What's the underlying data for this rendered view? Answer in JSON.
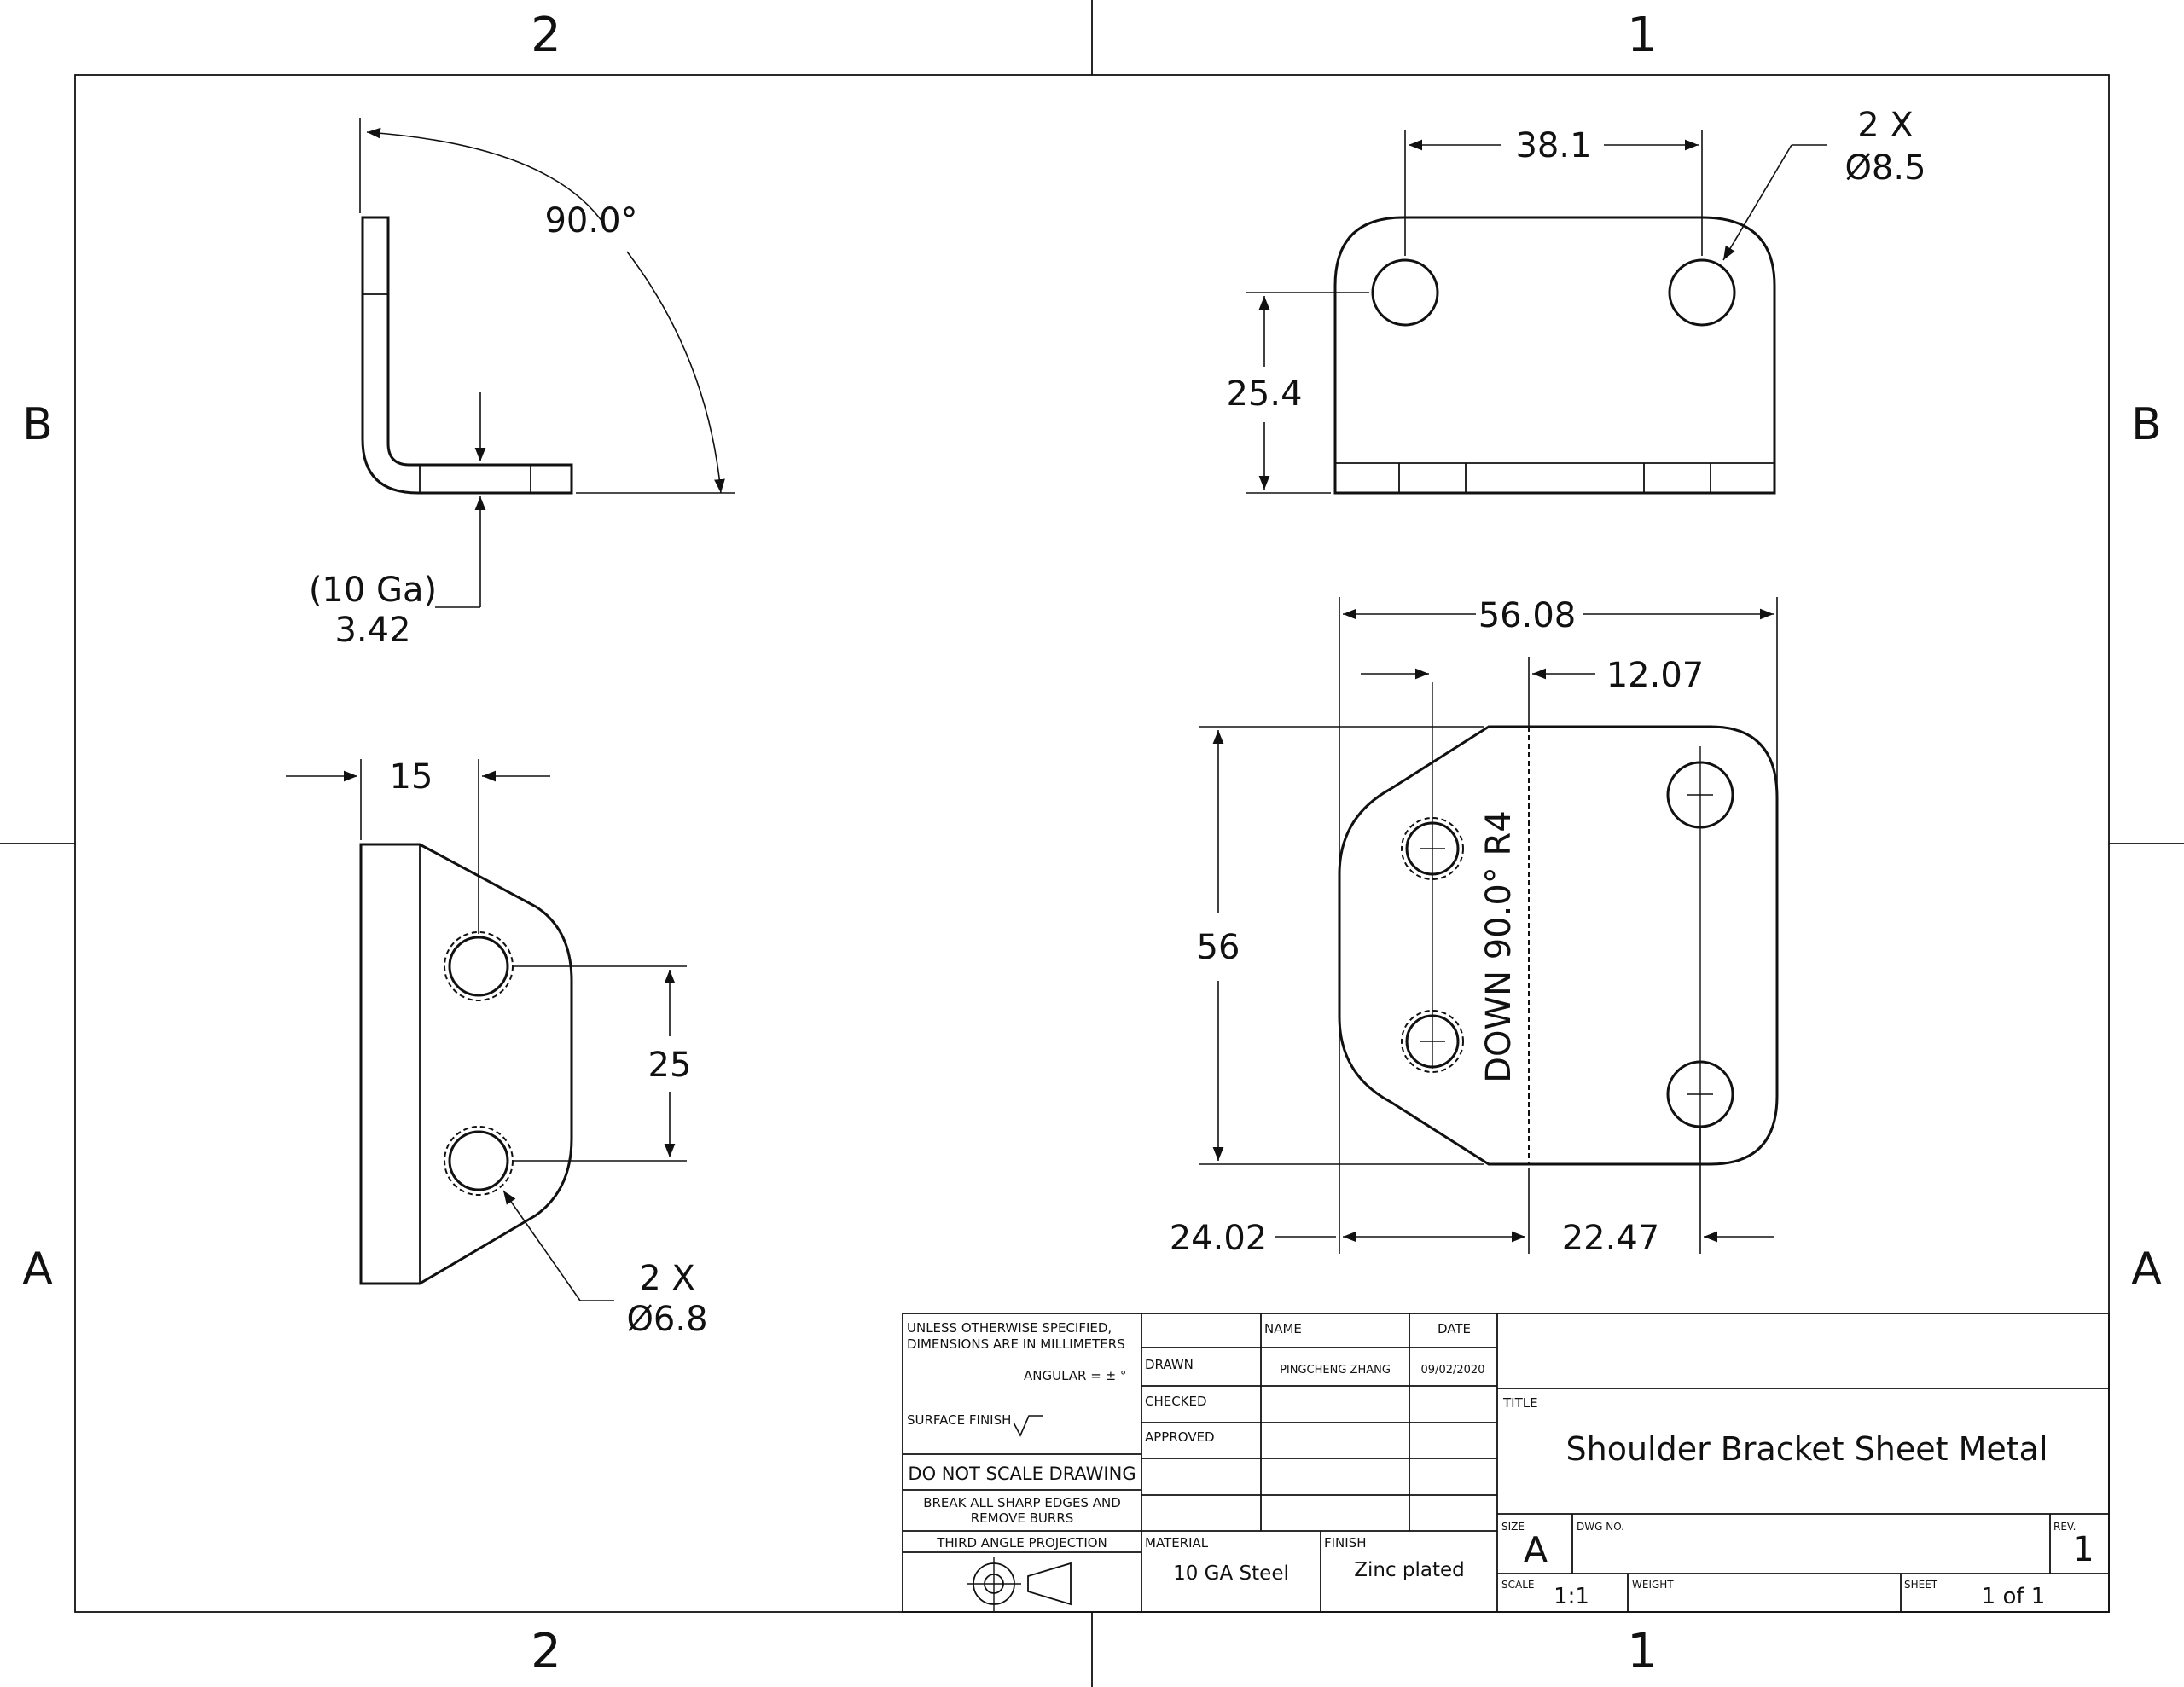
{
  "zones": {
    "top": [
      "2",
      "1"
    ],
    "bottom": [
      "2",
      "1"
    ],
    "left": [
      "B",
      "A"
    ],
    "right": [
      "B",
      "A"
    ]
  },
  "dimensions": {
    "angle": "90.0°",
    "thickness_gauge": "(10 Ga)",
    "thickness": "3.42",
    "hole_spacing_top": "38.1",
    "holes_top_count": "2 X",
    "holes_top_dia": "Ø8.5",
    "height_top": "25.4",
    "side_offset": "15",
    "hole_spacing_side": "25",
    "holes_side_count": "2 X",
    "holes_side_dia": "Ø6.8",
    "flat_width": "56.08",
    "flat_right_offset": "12.07",
    "flat_height": "56",
    "flat_left": "24.02",
    "flat_right": "22.47",
    "bend_note": "DOWN 90.0° R4"
  },
  "title_block": {
    "notes_line1": "UNLESS OTHERWISE SPECIFIED,",
    "notes_line2": "DIMENSIONS ARE IN MILLIMETERS",
    "angular": "ANGULAR = ± °",
    "surface_finish": "SURFACE FINISH",
    "do_not_scale": "DO NOT SCALE DRAWING",
    "break_edges1": "BREAK ALL SHARP EDGES AND",
    "break_edges2": "REMOVE BURRS",
    "projection": "THIRD ANGLE PROJECTION",
    "col_name": "NAME",
    "col_date": "DATE",
    "drawn_label": "DRAWN",
    "drawn_name": "PINGCHENG ZHANG",
    "drawn_date": "09/02/2020",
    "checked_label": "CHECKED",
    "approved_label": "APPROVED",
    "material_label": "MATERIAL",
    "material": "10 GA Steel",
    "finish_label": "FINISH",
    "finish": "Zinc plated",
    "title_label": "TITLE",
    "title": "Shoulder Bracket Sheet Metal",
    "size_label": "SIZE",
    "size": "A",
    "dwg_label": "DWG NO.",
    "rev_label": "REV.",
    "rev": "1",
    "scale_label": "SCALE",
    "scale": "1:1",
    "weight_label": "WEIGHT",
    "sheet_label": "SHEET",
    "sheet": "1 of 1"
  }
}
